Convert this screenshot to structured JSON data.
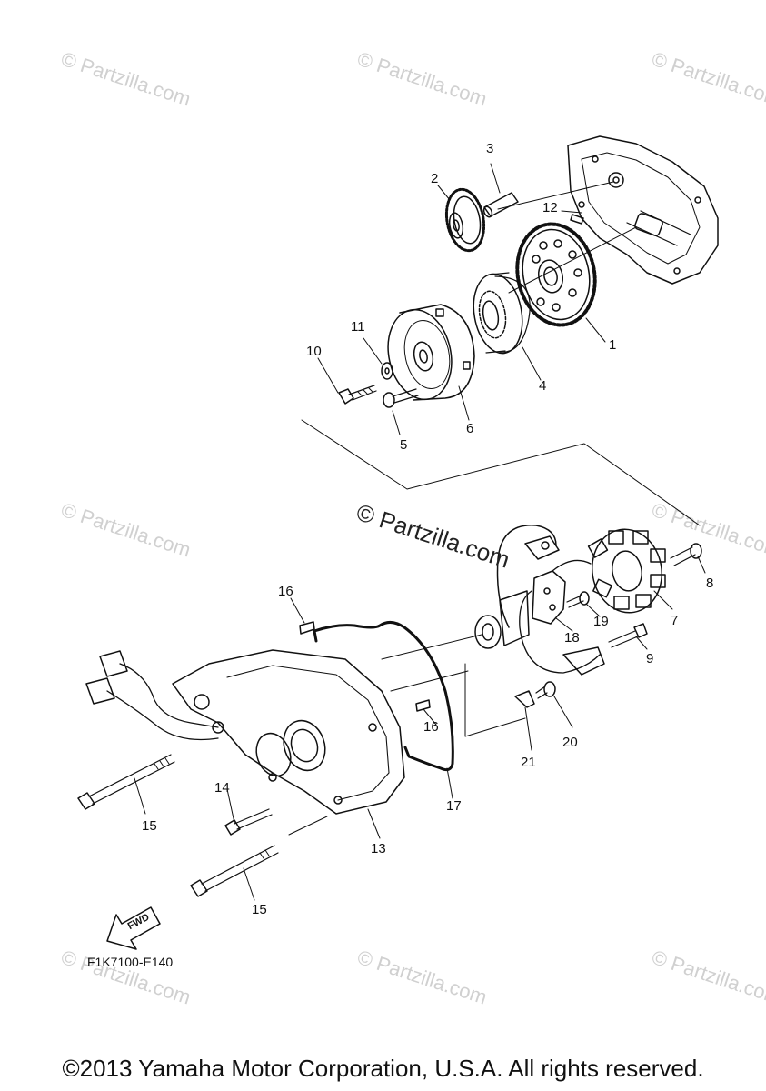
{
  "watermarks": {
    "text": "© Partzilla.com",
    "center_text": "© Partzilla.com"
  },
  "callouts": [
    "1",
    "2",
    "3",
    "4",
    "5",
    "6",
    "7",
    "8",
    "9",
    "10",
    "11",
    "12",
    "13",
    "14",
    "15",
    "15",
    "16",
    "16",
    "17",
    "18",
    "19",
    "20",
    "21"
  ],
  "fwd_label": "FWD",
  "diagram_code": "F1K7100-E140",
  "footer": "©2013 Yamaha Motor Corporation, U.S.A. All rights reserved."
}
